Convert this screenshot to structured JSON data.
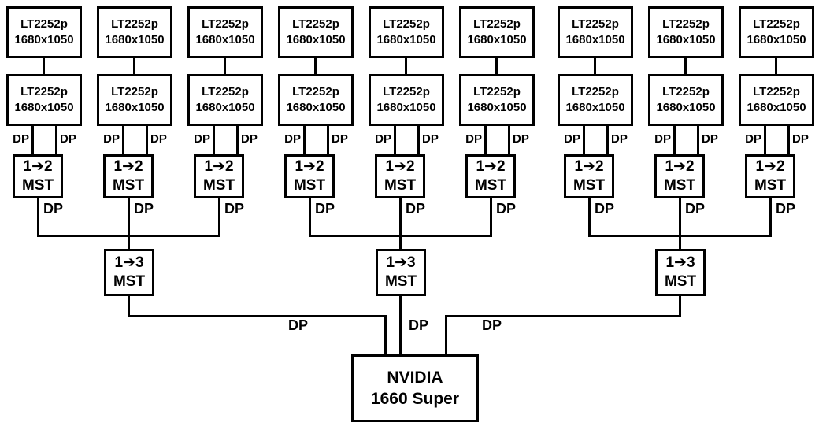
{
  "diagram": {
    "monitor": {
      "model": "LT2252p",
      "resolution": "1680x1050"
    },
    "dp": "DP",
    "mst12": {
      "line1": "1➔2",
      "line2": "MST"
    },
    "mst13": {
      "line1": "1➔3",
      "line2": "MST"
    },
    "gpu": {
      "line1": "NVIDIA",
      "line2": "1660 Super"
    },
    "counts": {
      "monitor_columns": 9,
      "monitors_per_column": 2,
      "mst_1to2_hubs": 9,
      "mst_1to3_hubs": 3
    },
    "colors": {
      "line": "#000000",
      "background": "#ffffff",
      "text": "#000000"
    }
  }
}
